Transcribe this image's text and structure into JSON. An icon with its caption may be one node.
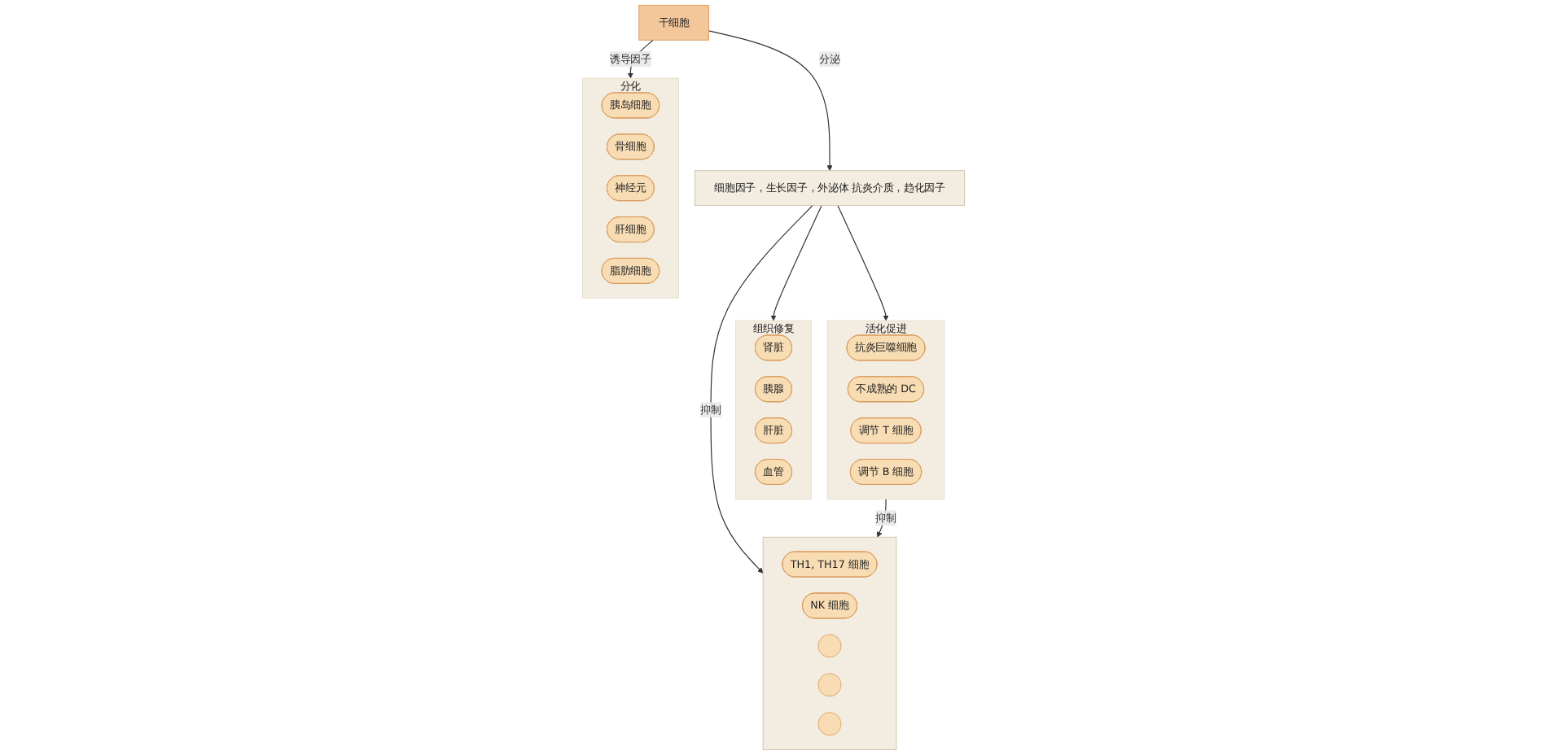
{
  "diagram": {
    "nodes": [
      {
        "text": [
          "分化"
        ]
      },
      {
        "text": [
          "胰岛细胞"
        ],
        "in": 0
      },
      {
        "text": [
          "骨细胞"
        ],
        "in": 0
      },
      {
        "text": [
          "神经元"
        ],
        "in": 0
      },
      {
        "text": [
          "肝细胞"
        ],
        "in": 0
      },
      {
        "text": [
          "脂肪细胞"
        ],
        "in": 0
      },
      {
        "text": [
          "干细胞"
        ]
      },
      {
        "text": [
          "细胞因子，生长因子，外泌体 抗炎介质，趋化因子"
        ]
      },
      {
        "text": [
          "组织修复"
        ]
      },
      {
        "text": [
          "肾脏"
        ],
        "in": 8
      },
      {
        "text": [
          "胰腺"
        ],
        "in": 8
      },
      {
        "text": [
          "肝脏"
        ],
        "in": 8
      },
      {
        "text": [
          "血管"
        ],
        "in": 8
      },
      {
        "text": [
          "活化促进"
        ]
      },
      {
        "text": [
          "抗炎巨噬细胞"
        ],
        "in": 13
      },
      {
        "text": [
          "不成熟的 DC"
        ],
        "in": 13
      },
      {
        "text": [
          "调节 T 细胞"
        ],
        "in": 13
      },
      {
        "text": [
          "调节 B 细胞"
        ],
        "in": 13
      },
      {
        "text": [],
        "shape": "box"
      },
      {
        "text": [
          "TH1, TH17 细胞"
        ],
        "in": 18
      },
      {
        "text": [
          "NK 细胞"
        ],
        "in": 18
      },
      {
        "text": [],
        "shape": "circle",
        "in": 18
      },
      {
        "text": [],
        "shape": "circle",
        "in": 18
      },
      {
        "text": [],
        "shape": "circle",
        "in": 18
      }
    ],
    "edges": [
      {
        "from": 6,
        "to": 0,
        "arrow": "to",
        "label": "诱导因子"
      },
      {
        "from": 6,
        "to": 7,
        "arrow": "to",
        "label": "分泌"
      },
      {
        "from": 7,
        "to": 8,
        "arrow": "to"
      },
      {
        "from": 7,
        "to": 13,
        "arrow": "to"
      },
      {
        "from": 7,
        "to": 18,
        "arrow": "to",
        "label": "抑制"
      },
      {
        "from": 13,
        "to": 18,
        "arrow": "to",
        "label": "抑制"
      }
    ]
  }
}
